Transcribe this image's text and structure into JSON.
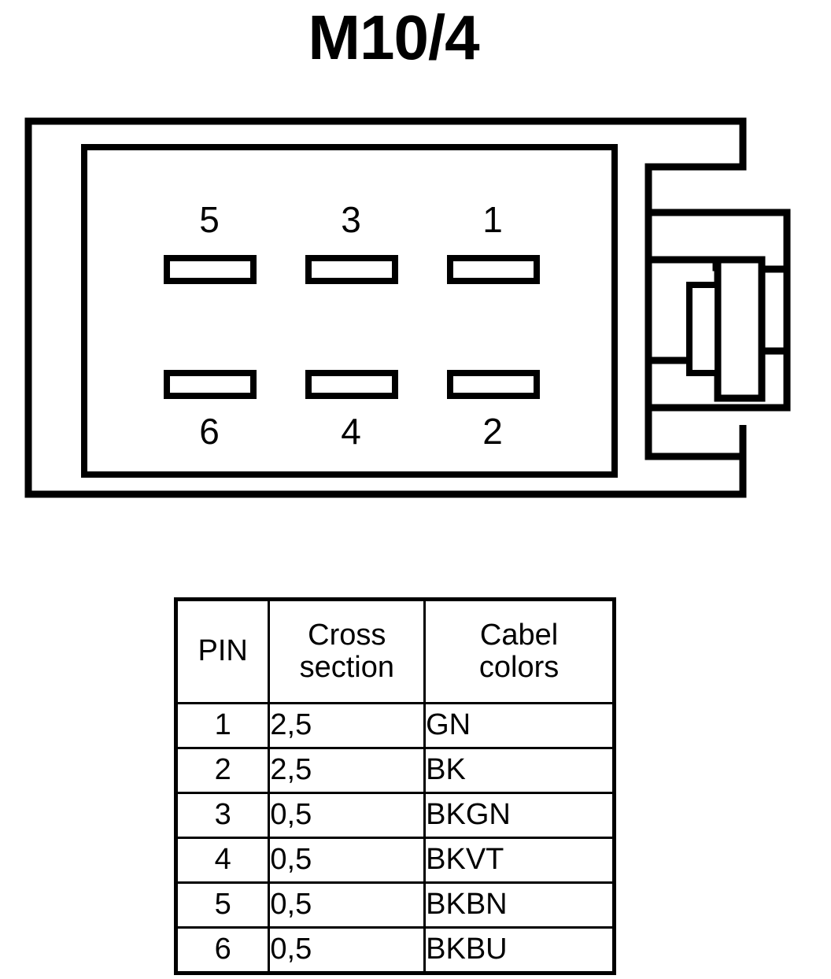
{
  "title": "M10/4",
  "connector": {
    "name": "6-pin rectangular connector housing with side latch",
    "pins": [
      {
        "number": "5",
        "position": "top-left"
      },
      {
        "number": "3",
        "position": "top-center"
      },
      {
        "number": "1",
        "position": "top-right"
      },
      {
        "number": "6",
        "position": "bottom-left"
      },
      {
        "number": "4",
        "position": "bottom-center"
      },
      {
        "number": "2",
        "position": "bottom-right"
      }
    ],
    "top_row_labels": [
      "5",
      "3",
      "1"
    ],
    "bottom_row_labels": [
      "6",
      "4",
      "2"
    ]
  },
  "table": {
    "headers": {
      "pin": "PIN",
      "cross_section_line1": "Cross",
      "cross_section_line2": "section",
      "cabel_colors_line1": "Cabel",
      "cabel_colors_line2": "colors"
    },
    "rows": [
      {
        "pin": "1",
        "cross_section": "2,5",
        "cabel_color": "GN"
      },
      {
        "pin": "2",
        "cross_section": "2,5",
        "cabel_color": "BK"
      },
      {
        "pin": "3",
        "cross_section": "0,5",
        "cabel_color": "BKGN"
      },
      {
        "pin": "4",
        "cross_section": "0,5",
        "cabel_color": "BKVT"
      },
      {
        "pin": "5",
        "cross_section": "0,5",
        "cabel_color": "BKBN"
      },
      {
        "pin": "6",
        "cross_section": "0,5",
        "cabel_color": "BKBU"
      }
    ]
  },
  "colors": {
    "stroke": "#000000",
    "background": "#ffffff"
  }
}
